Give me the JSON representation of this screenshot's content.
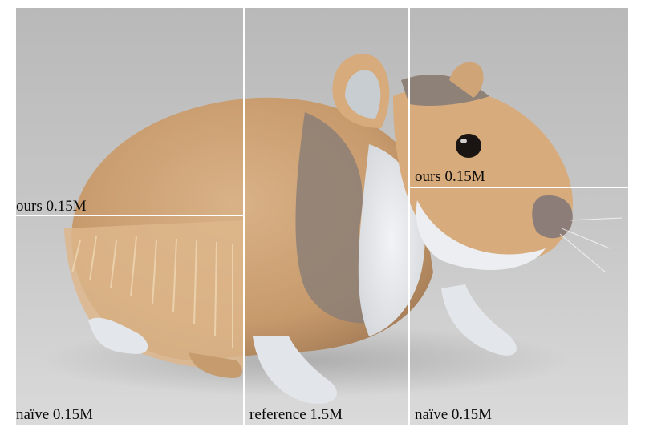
{
  "figure": {
    "labels": {
      "top_left": "ours 0.15M",
      "bottom_left": "naïve 0.15M",
      "middle": "reference 1.5M",
      "top_right": "ours 0.15M",
      "bottom_right": "naïve 0.15M"
    },
    "colors": {
      "background_top": "#bdbdbd",
      "background_floor": "#d6d6d6",
      "fur_tan": "#d2a77a",
      "fur_light": "#e8c9a2",
      "fur_dark": "#8a7c72",
      "fur_white": "#e9ebee",
      "nose": "#8d7d78",
      "eye": "#1a1512",
      "divider": "#ffffff"
    }
  }
}
